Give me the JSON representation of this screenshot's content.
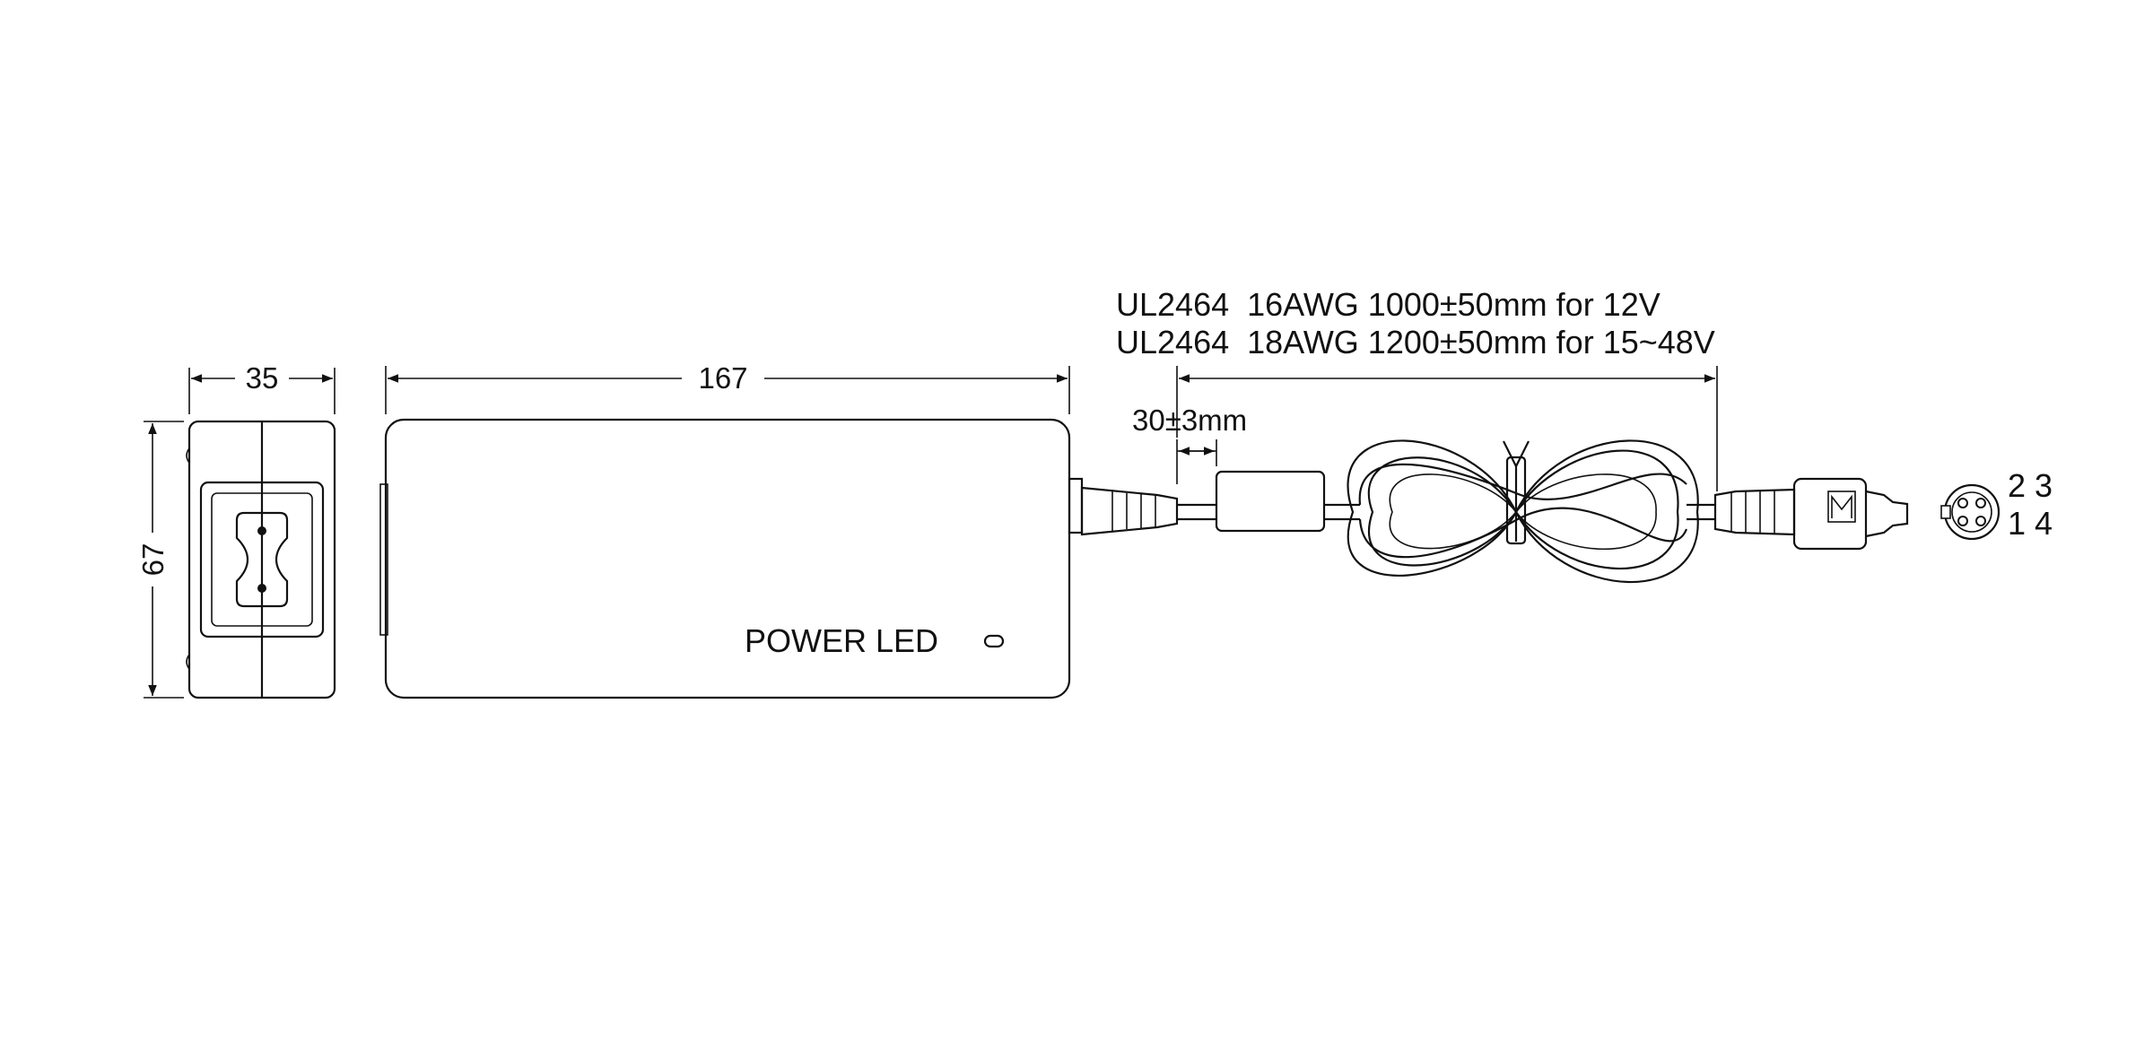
{
  "dimensions": {
    "width": "35",
    "height": "67",
    "length": "167",
    "ferrite_distance": "30±3mm"
  },
  "labels": {
    "power_led": "POWER LED"
  },
  "cable_spec": {
    "line1": "UL2464  16AWG 1000±50mm for 12V",
    "line2": "UL2464  18AWG 1200±50mm for 15~48V"
  },
  "connector_pins": {
    "top": "2 3",
    "bottom": "1 4"
  }
}
